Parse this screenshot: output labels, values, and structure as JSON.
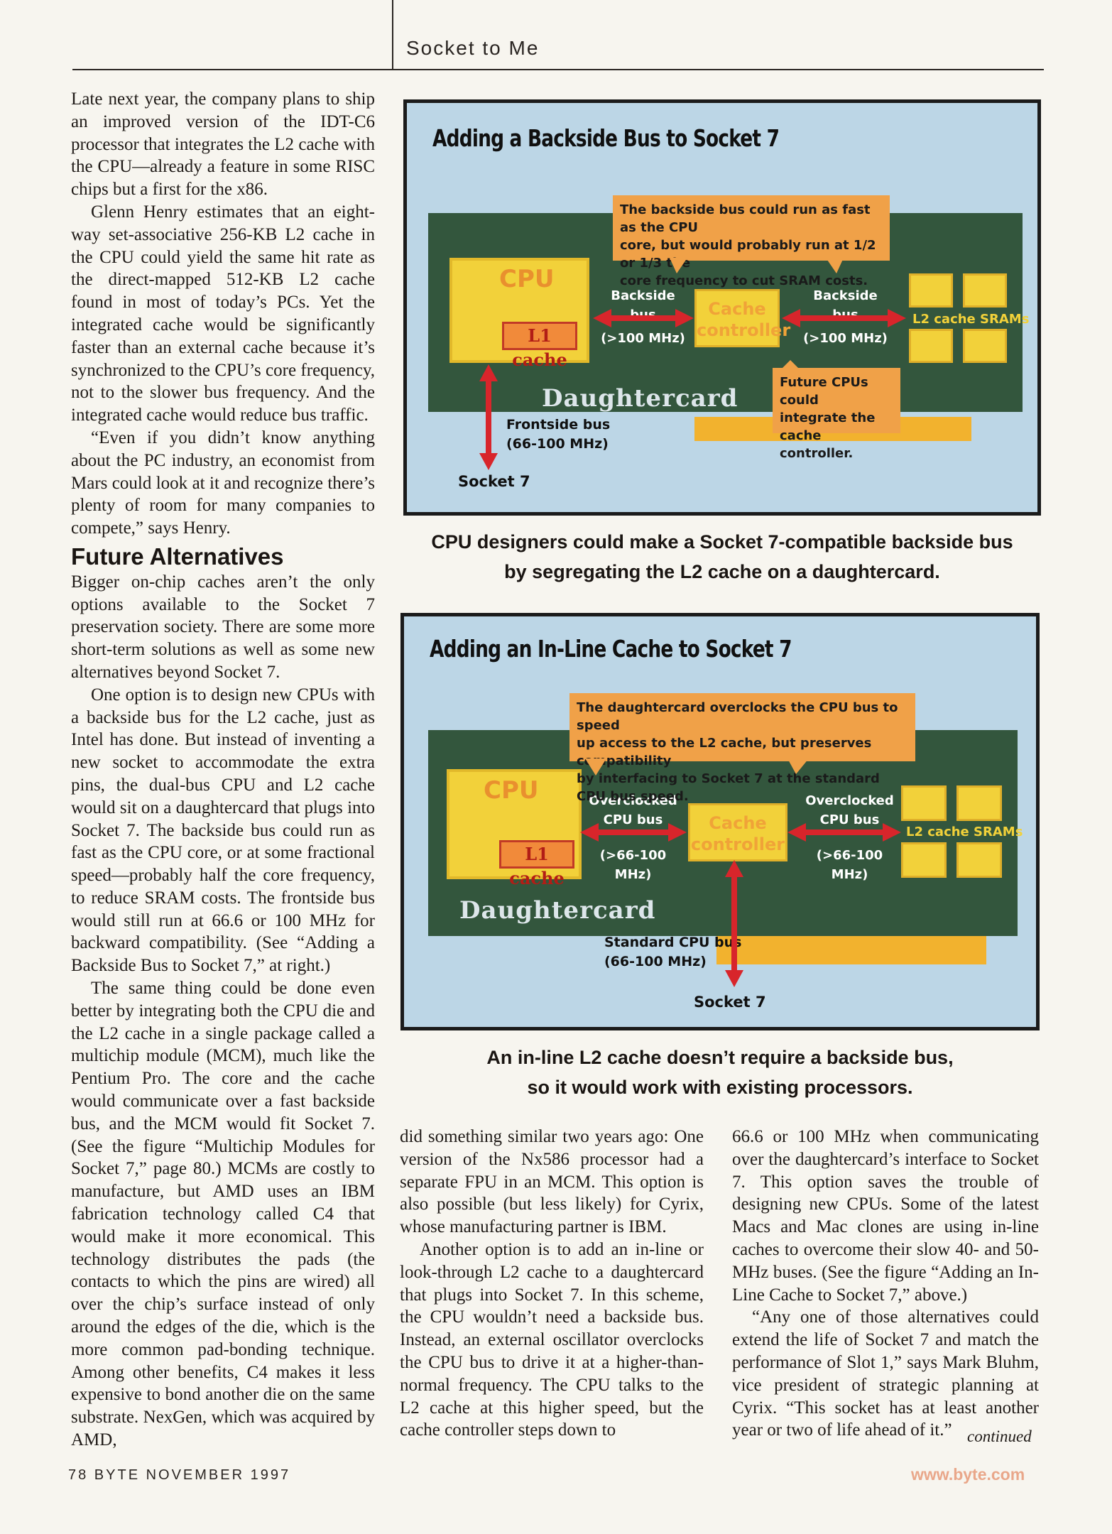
{
  "header": {
    "section_title": "Socket to Me"
  },
  "left_column": {
    "p1": "Late next year, the company plans to ship an improved version of the IDT-C6 processor that integrates the L2 cache with the CPU—already a feature in some RISC chips but a first for the x86.",
    "p2": "Glenn Henry estimates that an eight-way set-associative 256-KB L2 cache in the CPU could yield the same hit rate as the direct-mapped 512-KB L2 cache found in most of today’s PCs. Yet the integrated cache would be significantly faster than an external cache because it’s synchronized to the CPU’s core frequency, not to the slower bus frequency. And the integrated cache would reduce bus traffic.",
    "p3": "“Even if you didn’t know anything about the PC industry, an economist from Mars could look at it and recognize there’s plenty of room for many companies to compete,” says Henry.",
    "subhead": "Future Alternatives",
    "p4": "Bigger on-chip caches aren’t the only options available to the Socket 7 preservation society. There are some more short-term solutions as well as some new alternatives beyond Socket 7.",
    "p5": "One option is to design new CPUs with a backside bus for the L2 cache, just as Intel has done. But instead of inventing a new socket to accommodate the extra pins, the dual-bus CPU and L2 cache would sit on a daughtercard that plugs into Socket 7. The backside bus could run as fast as the CPU core, or at some fractional speed—probably half the core frequency, to reduce SRAM costs. The frontside bus would still run at 66.6 or 100 MHz for backward compatibility. (See “Adding a Backside Bus to Socket 7,” at right.)",
    "p6": "The same thing could be done even better by integrating both the CPU die and the L2 cache in a single package called a multichip module (MCM), much like the Pentium Pro. The core and the cache would communicate over a fast backside bus, and the MCM would fit Socket 7. (See the figure “Multichip Modules for Socket 7,” page 80.) MCMs are costly to manufacture, but AMD uses an IBM fabrication technology called C4 that would make it more economical. This technology distributes the pads (the contacts to which the pins are wired) all over the chip’s surface instead of only around the edges of the die, which is the more common pad-bonding technique. Among other benefits, C4 makes it less expensive to bond another die on the same substrate. NexGen, which was acquired by AMD,"
  },
  "middle_column": {
    "p1": "did something similar two years ago: One version of the Nx586 processor had a separate FPU in an MCM. This option is also possible (but less likely) for Cyrix, whose manufacturing partner is IBM.",
    "p2": "Another option is to add an in-line or look-through L2 cache to a daughtercard that plugs into Socket 7. In this scheme, the CPU wouldn’t need a backside bus. Instead, an external oscillator overclocks the CPU bus to drive it at a higher-than-normal frequency. The CPU talks to the L2 cache at this higher speed, but the cache controller steps down to"
  },
  "right_column": {
    "p1": "66.6 or 100 MHz when communicating over the daughtercard’s interface to Socket 7. This option saves the trouble of designing new CPUs. Some of the latest Macs and Mac clones are using in-line caches to overcome their slow 40- and 50-MHz buses. (See the figure “Adding an In-Line Cache to Socket 7,” above.)",
    "p2": "“Any one of those alternatives could extend the life of Socket 7 and match the performance of Slot 1,” says Mark Bluhm, vice president of strategic planning at Cyrix. “This socket has at least another year or two of life ahead of it.”",
    "continued": "continued"
  },
  "figure1": {
    "title": "Adding a Backside Bus to Socket 7",
    "note_top": [
      "The backside bus could run as fast as the CPU",
      "core, but would probably run at 1/2 or 1/3 the",
      "core frequency to cut SRAM costs."
    ],
    "cpu_label": "CPU",
    "l1_label": "L1 cache",
    "bus_left_label": "Backside bus",
    "bus_left_speed": "(>100 MHz)",
    "cache_controller": [
      "Cache",
      "controller"
    ],
    "bus_right_label": "Backside bus",
    "bus_right_speed": "(>100 MHz)",
    "sram_label": "L2 cache SRAMs",
    "note_future": [
      "Future CPUs could",
      "integrate the cache",
      "controller."
    ],
    "daughtercard": "Daughtercard",
    "frontside_label": [
      "Frontside bus",
      "(66-100 MHz)"
    ],
    "socket": "Socket 7",
    "caption": [
      "CPU designers could make a Socket 7-compatible backside bus",
      "by segregating the L2 cache on a daughtercard."
    ]
  },
  "figure2": {
    "title": "Adding an In-Line Cache to Socket 7",
    "note_top": [
      "The daughtercard overclocks the CPU bus to speed",
      "up access to the L2 cache, but preserves compatibility",
      "by interfacing to Socket 7 at the standard CPU bus speed."
    ],
    "cpu_label": "CPU",
    "l1_label": "L1 cache",
    "bus_left_label": [
      "Overclocked",
      "CPU bus"
    ],
    "bus_left_speed": "(>66-100 MHz)",
    "cache_controller": [
      "Cache",
      "controller"
    ],
    "bus_right_label": [
      "Overclocked",
      "CPU bus"
    ],
    "bus_right_speed": "(>66-100 MHz)",
    "sram_label": "L2 cache SRAMs",
    "daughtercard": "Daughtercard",
    "standard_label": [
      "Standard CPU bus",
      "(66-100 MHz)"
    ],
    "socket": "Socket 7",
    "caption": [
      "An in-line L2 cache doesn’t require a backside bus,",
      "so it would work with existing processors."
    ]
  },
  "footer": {
    "page_info": "78 BYTE NOVEMBER 1997",
    "url": "www.byte.com"
  },
  "colors": {
    "board": "#33563d",
    "chip": "#f2d13a",
    "note": "#f0a148",
    "arrow": "#d8252b",
    "figure_bg": "#bcd6e6"
  }
}
